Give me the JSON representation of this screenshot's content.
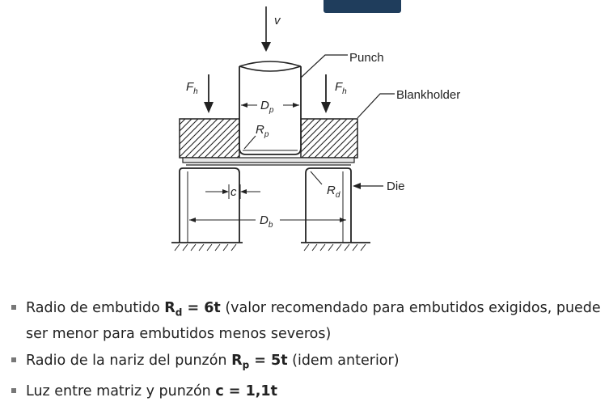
{
  "diagram": {
    "labels": {
      "velocity": "v",
      "punch": "Punch",
      "blankholder": "Blankholder",
      "die": "Die",
      "force_left": "F",
      "force_right": "F",
      "force_sub": "h",
      "punch_diameter": "D",
      "punch_diameter_sub": "p",
      "punch_radius": "R",
      "punch_radius_sub": "p",
      "die_radius": "R",
      "die_radius_sub": "d",
      "clearance": "c",
      "blank_diameter": "D",
      "blank_diameter_sub": "b"
    }
  },
  "bullets": [
    {
      "prefix": "Radio de embutido ",
      "bold": "R",
      "sub": "d",
      "bold2": " = 6t",
      "suffix": " (valor recomendado para embutidos exigidos, puede ser menor para embutidos menos severos)"
    },
    {
      "prefix": "Radio de la nariz del punzón ",
      "bold": "R",
      "sub": "p",
      "bold2": " = 5t",
      "suffix": " (idem anterior)"
    },
    {
      "prefix": "Luz entre matriz y punzón ",
      "bold": "c = 1,1t",
      "sub": "",
      "bold2": "",
      "suffix": ""
    }
  ],
  "colors": {
    "top_button": "#1f3d5c",
    "ink": "#222222",
    "bullet_marker": "#777777"
  }
}
